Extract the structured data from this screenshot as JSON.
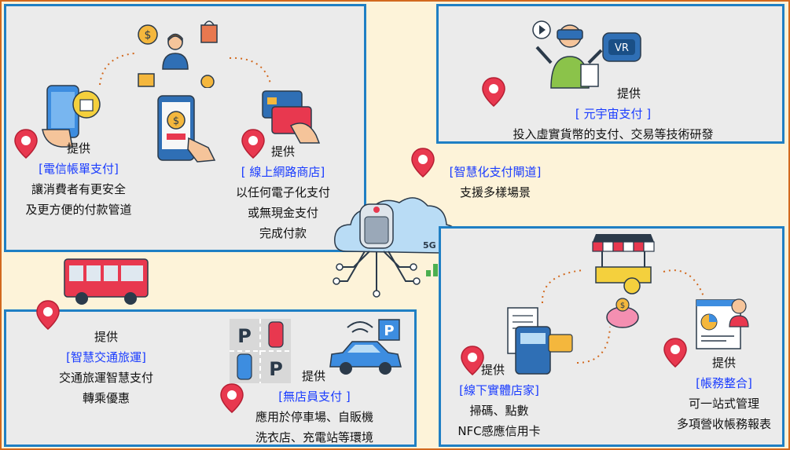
{
  "panels": {
    "telecom": {
      "provide": "提供",
      "title": "[電信帳單支付]",
      "line1": "讓消費者有更安全",
      "line2": "及更方便的付款管道"
    },
    "online": {
      "provide": "提供",
      "title": "[ 線上網路商店]",
      "line1": "以任何電子化支付",
      "line2": "或無現金支付",
      "line3": "完成付款"
    },
    "metaverse": {
      "provide": "提供",
      "title": "[ 元宇宙支付 ]",
      "line1": "投入虛實貨幣的支付、交易等技術研發",
      "vr_badge": "VR"
    },
    "gateway": {
      "title": "[智慧化支付閘道]",
      "line1": "支援多樣場景",
      "signal": "5G"
    },
    "transport": {
      "provide": "提供",
      "title": "[智慧交通旅運]",
      "line1": "交通旅運智慧支付",
      "line2": "轉乘優惠"
    },
    "unmanned": {
      "provide": "提供",
      "title": "[無店員支付 ]",
      "line1": "應用於停車場、自販機",
      "line2": "洗衣店、充電站等環境"
    },
    "offline": {
      "provide": "提供",
      "title": "[線下實體店家]",
      "line1": "掃碼、點數",
      "line2": "NFC感應信用卡"
    },
    "accounting": {
      "provide": "提供",
      "title": "[帳務整合]",
      "line1": "可一站式管理",
      "line2": "多項營收帳務報表"
    }
  },
  "colors": {
    "panel_border": "#1f7fc4",
    "frame_border": "#d2691e",
    "background": "#fdf3d9",
    "panel_fill": "#ebebeb",
    "title_blue": "#1a3cff",
    "pin_red": "#e8384f"
  }
}
